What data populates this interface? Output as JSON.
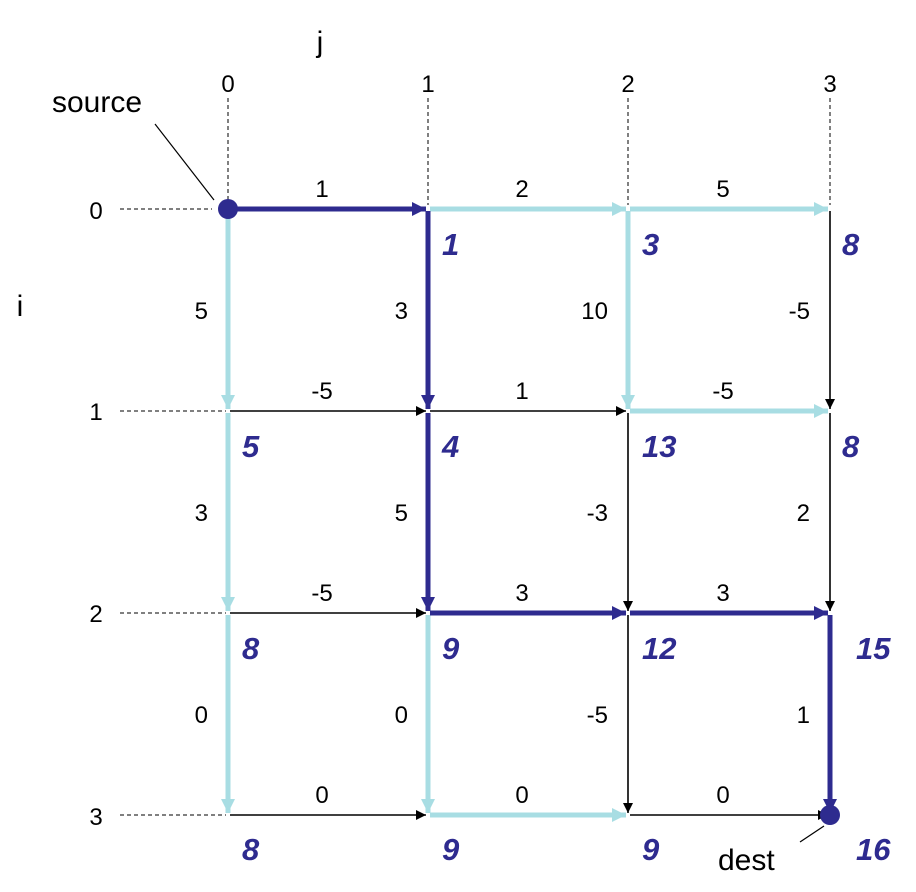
{
  "axes": {
    "col_axis_label": "j",
    "row_axis_label": "i"
  },
  "col_indices": [
    "0",
    "1",
    "2",
    "3"
  ],
  "row_indices": [
    "0",
    "1",
    "2",
    "3"
  ],
  "callouts": {
    "source": "source",
    "dest": "dest"
  },
  "colors": {
    "optimal_path": "#2e2b8f",
    "tree_edge": "#a8dde3",
    "plain_edge": "#000000",
    "node_fill": "#2e2b8f",
    "value_text": "#2e2b8f"
  },
  "horizontal_edges": [
    {
      "i": 0,
      "j": 0,
      "weight": "1",
      "style": "optimal"
    },
    {
      "i": 0,
      "j": 1,
      "weight": "2",
      "style": "tree"
    },
    {
      "i": 0,
      "j": 2,
      "weight": "5",
      "style": "tree"
    },
    {
      "i": 1,
      "j": 0,
      "weight": "-5",
      "style": "plain"
    },
    {
      "i": 1,
      "j": 1,
      "weight": "1",
      "style": "plain"
    },
    {
      "i": 1,
      "j": 2,
      "weight": "-5",
      "style": "tree"
    },
    {
      "i": 2,
      "j": 0,
      "weight": "-5",
      "style": "plain"
    },
    {
      "i": 2,
      "j": 1,
      "weight": "3",
      "style": "optimal"
    },
    {
      "i": 2,
      "j": 2,
      "weight": "3",
      "style": "optimal"
    },
    {
      "i": 3,
      "j": 0,
      "weight": "0",
      "style": "plain"
    },
    {
      "i": 3,
      "j": 1,
      "weight": "0",
      "style": "tree"
    },
    {
      "i": 3,
      "j": 2,
      "weight": "0",
      "style": "plain"
    }
  ],
  "vertical_edges": [
    {
      "i": 0,
      "j": 0,
      "weight": "5",
      "style": "tree"
    },
    {
      "i": 0,
      "j": 1,
      "weight": "3",
      "style": "optimal"
    },
    {
      "i": 0,
      "j": 2,
      "weight": "10",
      "style": "tree"
    },
    {
      "i": 0,
      "j": 3,
      "weight": "-5",
      "style": "plain"
    },
    {
      "i": 1,
      "j": 0,
      "weight": "3",
      "style": "tree"
    },
    {
      "i": 1,
      "j": 1,
      "weight": "5",
      "style": "optimal"
    },
    {
      "i": 1,
      "j": 2,
      "weight": "-3",
      "style": "plain"
    },
    {
      "i": 1,
      "j": 3,
      "weight": "2",
      "style": "plain"
    },
    {
      "i": 2,
      "j": 0,
      "weight": "0",
      "style": "tree"
    },
    {
      "i": 2,
      "j": 1,
      "weight": "0",
      "style": "tree"
    },
    {
      "i": 2,
      "j": 2,
      "weight": "-5",
      "style": "plain"
    },
    {
      "i": 2,
      "j": 3,
      "weight": "1",
      "style": "optimal"
    }
  ],
  "node_values": [
    [
      "",
      "1",
      "3",
      "8"
    ],
    [
      "5",
      "4",
      "13",
      "8"
    ],
    [
      "8",
      "9",
      "12",
      "15"
    ],
    [
      "8",
      "9",
      "9",
      "16"
    ]
  ],
  "source_node": {
    "i": 0,
    "j": 0
  },
  "dest_node": {
    "i": 3,
    "j": 3
  }
}
